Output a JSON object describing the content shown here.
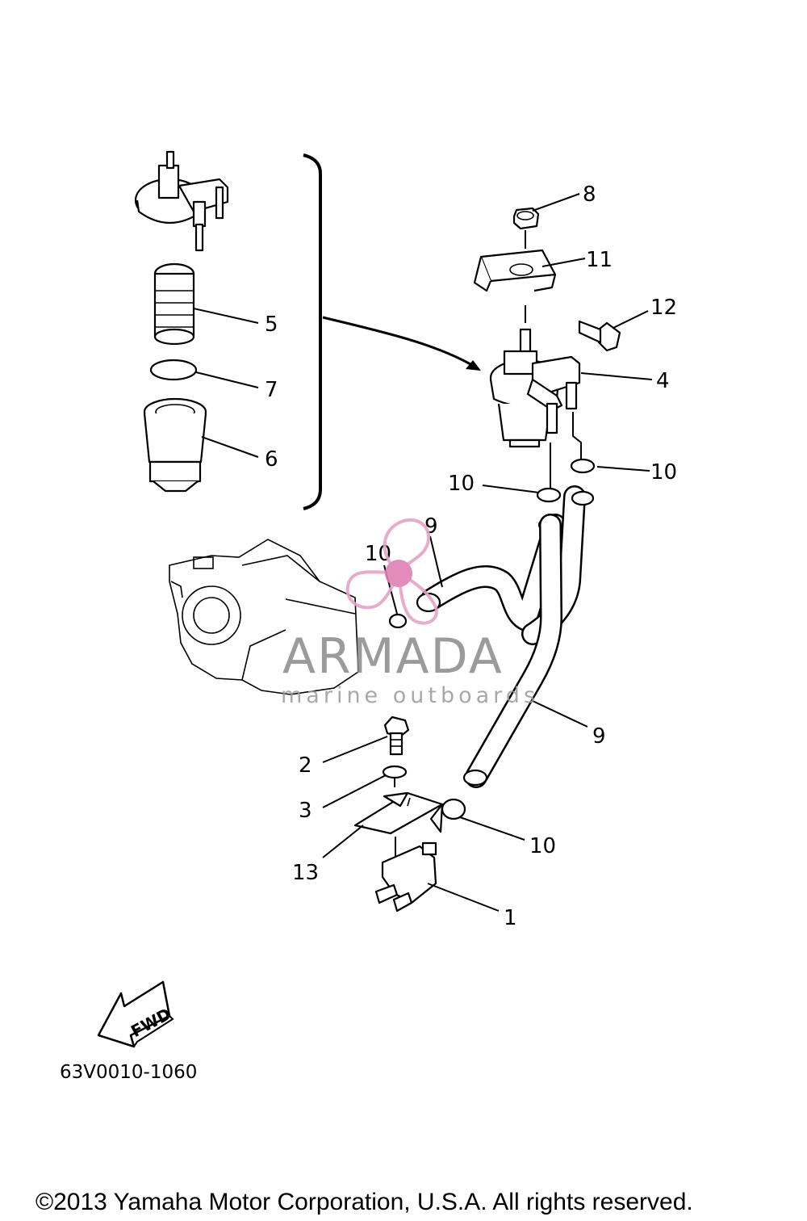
{
  "callouts": {
    "c1": "1",
    "c2": "2",
    "c3": "3",
    "c4": "4",
    "c5": "5",
    "c6": "6",
    "c7": "7",
    "c8": "8",
    "c9a": "9",
    "c9b": "9",
    "c10a": "10",
    "c10b": "10",
    "c10c": "10",
    "c10d": "10",
    "c11": "11",
    "c12": "12",
    "c13": "13"
  },
  "direction_marker": "FWD",
  "diagram_code": "63V0010-1060",
  "copyright": "©2013 Yamaha Motor Corporation, U.S.A. All rights reserved.",
  "watermark": {
    "title": "ARMADA",
    "subtitle": "marine outboards",
    "colors": {
      "logo": "#e6a3c6",
      "logo_center": "#e07fb3",
      "text": "#8a8a8a"
    }
  }
}
